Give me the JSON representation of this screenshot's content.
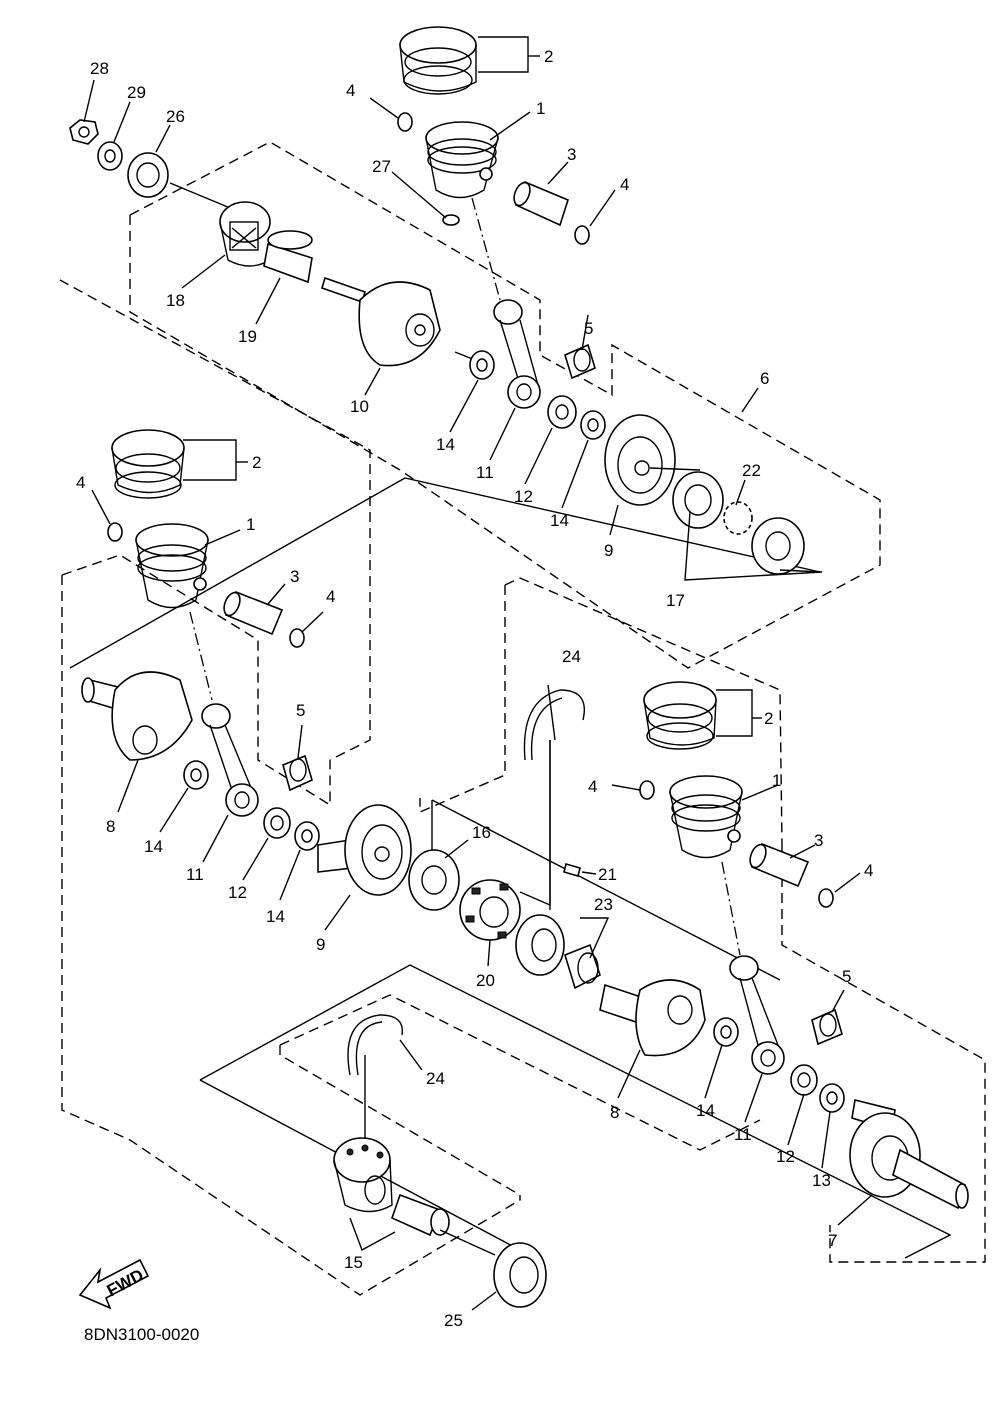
{
  "diagram": {
    "drawing_code": "8DN3100-0020",
    "fwd_label": "FWD",
    "callouts": {
      "c28": "28",
      "c29": "29",
      "c26": "26",
      "c2a": "2",
      "c4a": "4",
      "c1a": "1",
      "c3a": "3",
      "c4b": "4",
      "c27": "27",
      "c18": "18",
      "c19": "19",
      "c10": "10",
      "c5a": "5",
      "c6": "6",
      "c14a": "14",
      "c11a": "11",
      "c12a": "12",
      "c14b": "14",
      "c9a": "9",
      "c22": "22",
      "c17": "17",
      "c2b": "2",
      "c4c": "4",
      "c1b": "1",
      "c3b": "3",
      "c4d": "4",
      "c5b": "5",
      "c8a": "8",
      "c14c": "14",
      "c11b": "11",
      "c12b": "12",
      "c14d": "14",
      "c9b": "9",
      "c16": "16",
      "c21": "21",
      "c23": "23",
      "c20": "20",
      "c24a": "24",
      "c2c": "2",
      "c4e": "4",
      "c1c": "1",
      "c3c": "3",
      "c4f": "4",
      "c5c": "5",
      "c8b": "8",
      "c14e": "14",
      "c11c": "11",
      "c12c": "12",
      "c13": "13",
      "c7": "7",
      "c24b": "24",
      "c15": "15",
      "c25": "25"
    }
  }
}
